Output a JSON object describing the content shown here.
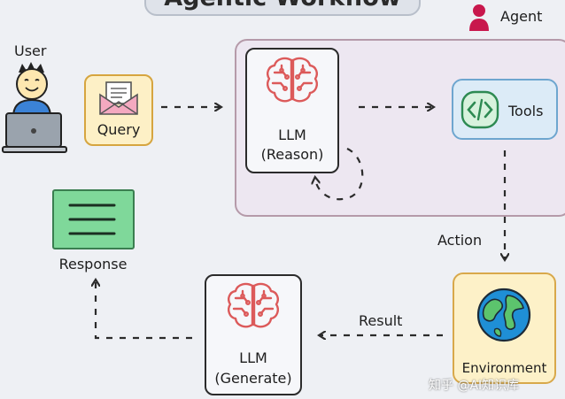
{
  "title_partial": "Agentic Workflow",
  "agent_label": "Agent",
  "user_label": "User",
  "query_label": "Query",
  "llm_reason": {
    "line1": "LLM",
    "line2": "(Reason)"
  },
  "tools_label": "Tools",
  "action_label": "Action",
  "environment_label": "Environment",
  "result_label": "Result",
  "llm_generate": {
    "line1": "LLM",
    "line2": "(Generate)"
  },
  "response_label": "Response",
  "watermark": "知乎 @AI知识库",
  "colors": {
    "background": "#eef0f4",
    "agent_panel": "#ede7f1",
    "agent_border": "#b59aa9",
    "agent_icon": "#c8174c",
    "query_fill": "#fdf0c6",
    "query_border": "#d6a53f",
    "llm_fill": "#f6f7fa",
    "brain_color": "#dc5a5a",
    "tools_fill": "#dcebf7",
    "tools_border": "#6ea6cf",
    "environment_fill": "#fdf1c8",
    "environment_border": "#d8a84a",
    "response_fill": "#7fd89a",
    "response_border": "#3a7e50"
  }
}
